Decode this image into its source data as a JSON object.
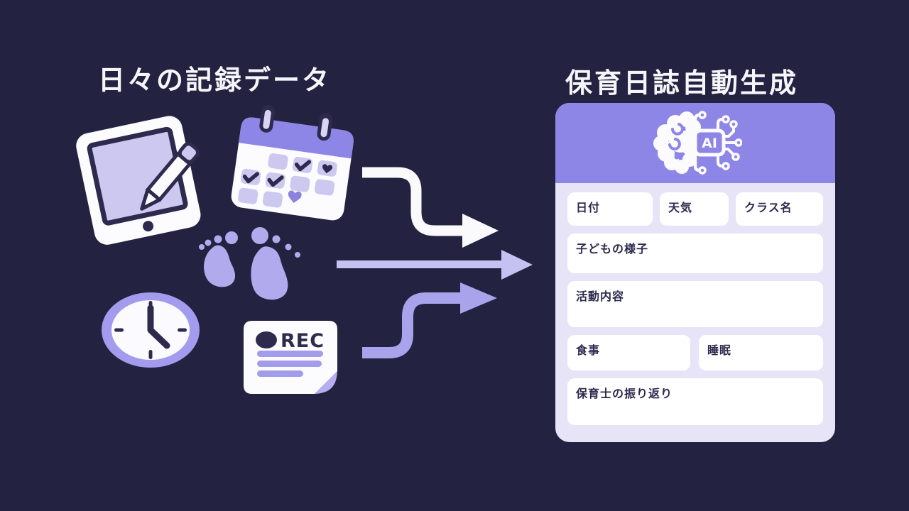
{
  "colors": {
    "background": "#242241",
    "accent_purple": "#8d86e6",
    "lavender": "#ccc8f0",
    "panel_lavender": "#e7e4f7",
    "ink_navy": "#2d2a4e",
    "white": "#fcfbfe",
    "arrow_top": "#faf9fc",
    "arrow_middle": "#c5c1f0",
    "arrow_bottom": "#a8a3ea"
  },
  "left_section": {
    "title": "日々の記録データ",
    "icons": [
      {
        "name": "tablet-pencil-icon"
      },
      {
        "name": "calendar-icon"
      },
      {
        "name": "baby-footprints-icon"
      },
      {
        "name": "clock-icon"
      },
      {
        "name": "voice-record-document-icon",
        "label": "REC"
      }
    ]
  },
  "arrows": [
    {
      "name": "arrow-top",
      "color": "#faf9fc"
    },
    {
      "name": "arrow-middle",
      "color": "#c5c1f0"
    },
    {
      "name": "arrow-bottom",
      "color": "#a8a3ea"
    }
  ],
  "right_section": {
    "title": "保育日誌自動生成",
    "card": {
      "ai_chip_label": "AI",
      "fields": [
        {
          "id": "date",
          "label": "日付"
        },
        {
          "id": "weather",
          "label": "天気"
        },
        {
          "id": "class-name",
          "label": "クラス名"
        },
        {
          "id": "children-state",
          "label": "子どもの様子"
        },
        {
          "id": "activity",
          "label": "活動内容"
        },
        {
          "id": "meal",
          "label": "食事"
        },
        {
          "id": "sleep",
          "label": "睡眠"
        },
        {
          "id": "teacher-reflection",
          "label": "保育士の振り返り"
        }
      ]
    }
  }
}
